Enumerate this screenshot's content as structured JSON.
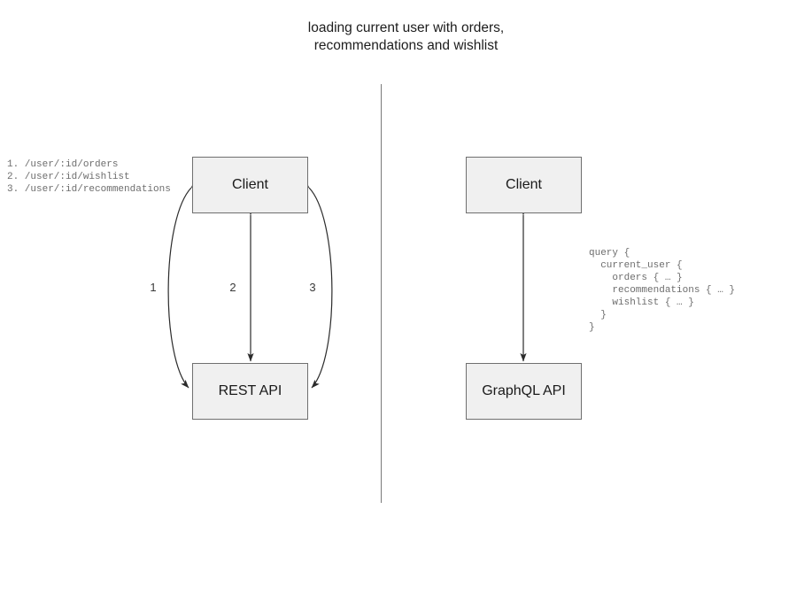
{
  "title": "loading current user with orders,\nrecommendations and wishlist",
  "divider": {
    "name": "vertical-divider",
    "color": "#7a7a7a"
  },
  "left_panel": {
    "nodes": {
      "client": "Client",
      "api": "REST API"
    },
    "edge_labels": [
      "1",
      "2",
      "3"
    ],
    "endpoints_text": "1. /user/:id/orders\n2. /user/:id/wishlist\n3. /user/:id/recommendations",
    "endpoints": [
      {
        "number": "1.",
        "path": "/user/:id/orders"
      },
      {
        "number": "2.",
        "path": "/user/:id/wishlist"
      },
      {
        "number": "3.",
        "path": "/user/:id/recommendations"
      }
    ]
  },
  "right_panel": {
    "nodes": {
      "client": "Client",
      "api": "GraphQL API"
    },
    "query_text": "query {\n  current_user {\n    orders { … }\n    recommendations { … }\n    wishlist { … }\n  }\n}"
  },
  "colors": {
    "box_fill": "#f0f0f0",
    "box_border": "#6f6f6f",
    "edge_stroke": "#2b2b2b",
    "code_text": "#6d6d6d",
    "title_text": "#1d1d1d",
    "background": "#ffffff"
  }
}
